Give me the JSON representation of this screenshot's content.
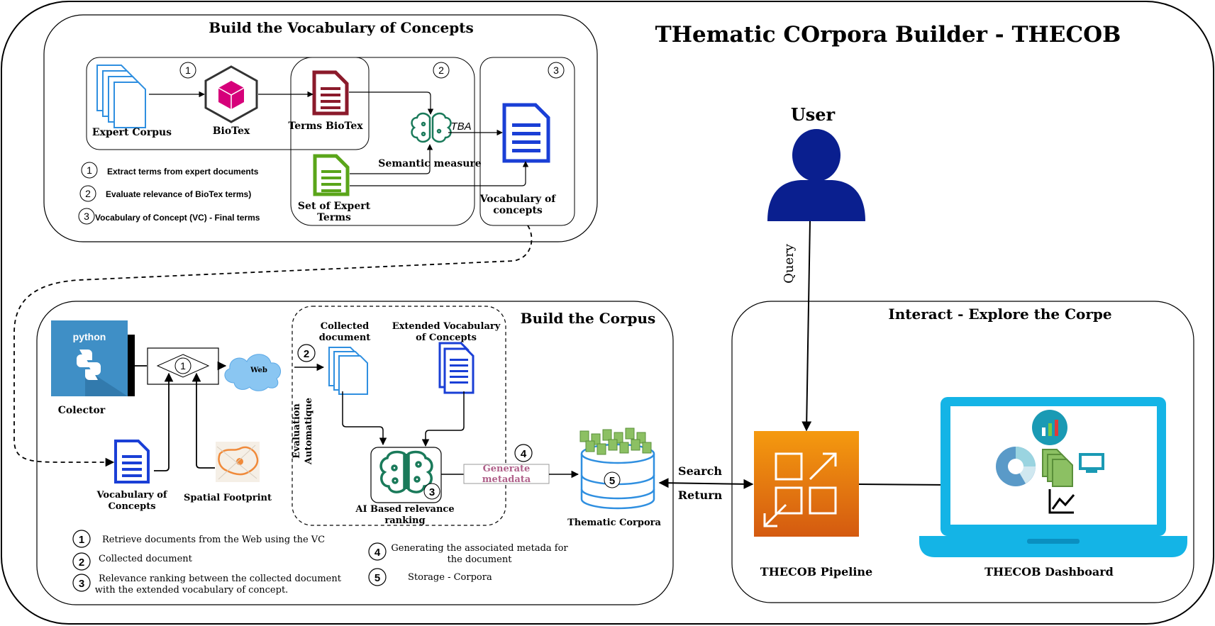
{
  "title": "THematic COrpora Builder - THECOB",
  "vocab_section": {
    "title": "Build the  Vocabulary of Concepts",
    "expert_corpus": "Expert Corpus",
    "biotex": "BioTex",
    "terms_biotex": "Terms BioTex",
    "semantic_measure": "Semantic measure",
    "tba": "TBA",
    "set_expert_terms_1": "Set of Expert",
    "set_expert_terms_2": "Terms",
    "vocab_concepts_1": "Vocabulary of",
    "vocab_concepts_2": "concepts",
    "badge_1": "1",
    "badge_2": "2",
    "badge_3": "3",
    "legend": [
      {
        "num": "1",
        "text": "Extract terms from expert documents"
      },
      {
        "num": "2",
        "text": "Evaluate relevance of BioTex terms)"
      },
      {
        "num": "3",
        "text": "Vocabulary of Concept (VC) - Final terms"
      }
    ]
  },
  "corpus_section": {
    "title": "Build the Corpus",
    "python": "python",
    "colector": "Colector",
    "web": "Web",
    "step_1": "1",
    "step_2": "2",
    "step_3": "3",
    "step_4": "4",
    "step_5": "5",
    "collected_document_1": "Collected",
    "collected_document_2": "document",
    "extended_vocab_1": "Extended Vocabulary",
    "extended_vocab_2": "of Concepts",
    "evaluation_1": "Evaluation",
    "evaluation_2": "Automatique",
    "vocab_concepts_1": "Vocabulary of",
    "vocab_concepts_2": "Concepts",
    "spatial_footprint": "Spatial Footprint",
    "ai_ranking_1": "AI Based relevance",
    "ai_ranking_2": "ranking",
    "generate_metadata_1": "Generate",
    "generate_metadata_2": "metadata",
    "thematic_corpora": "Thematic Corpora",
    "legend": [
      {
        "num": "1",
        "text": "Retrieve documents from the Web using the VC"
      },
      {
        "num": "2",
        "text": "Collected document"
      },
      {
        "num": "3",
        "text_1": "Relevance ranking between the collected document",
        "text_2": "with the extended vocabulary of concept."
      },
      {
        "num": "4",
        "text_1": "Generating the associated metada for",
        "text_2": "the document"
      },
      {
        "num": "5",
        "text": "Storage - Corpora"
      }
    ]
  },
  "interact_section": {
    "title": "Interact  - Explore the Corpe",
    "user": "User",
    "query": "Query",
    "search": "Search",
    "return": "Return",
    "pipeline": "THECOB Pipeline",
    "dashboard": "THECOB Dashboard"
  },
  "colors": {
    "user_blue": "#0a1f8f",
    "doc_blue": "#1a3fd6",
    "light_blue": "#2f8fe0",
    "biotex_pink": "#d6007a",
    "terms_red": "#8b1a2b",
    "expert_green": "#5aa51a",
    "ai_teal": "#1a7a5a",
    "pipeline_orange": "#f08a0a",
    "laptop_cyan": "#14b4e6",
    "metadata_pink": "#b0608a"
  }
}
